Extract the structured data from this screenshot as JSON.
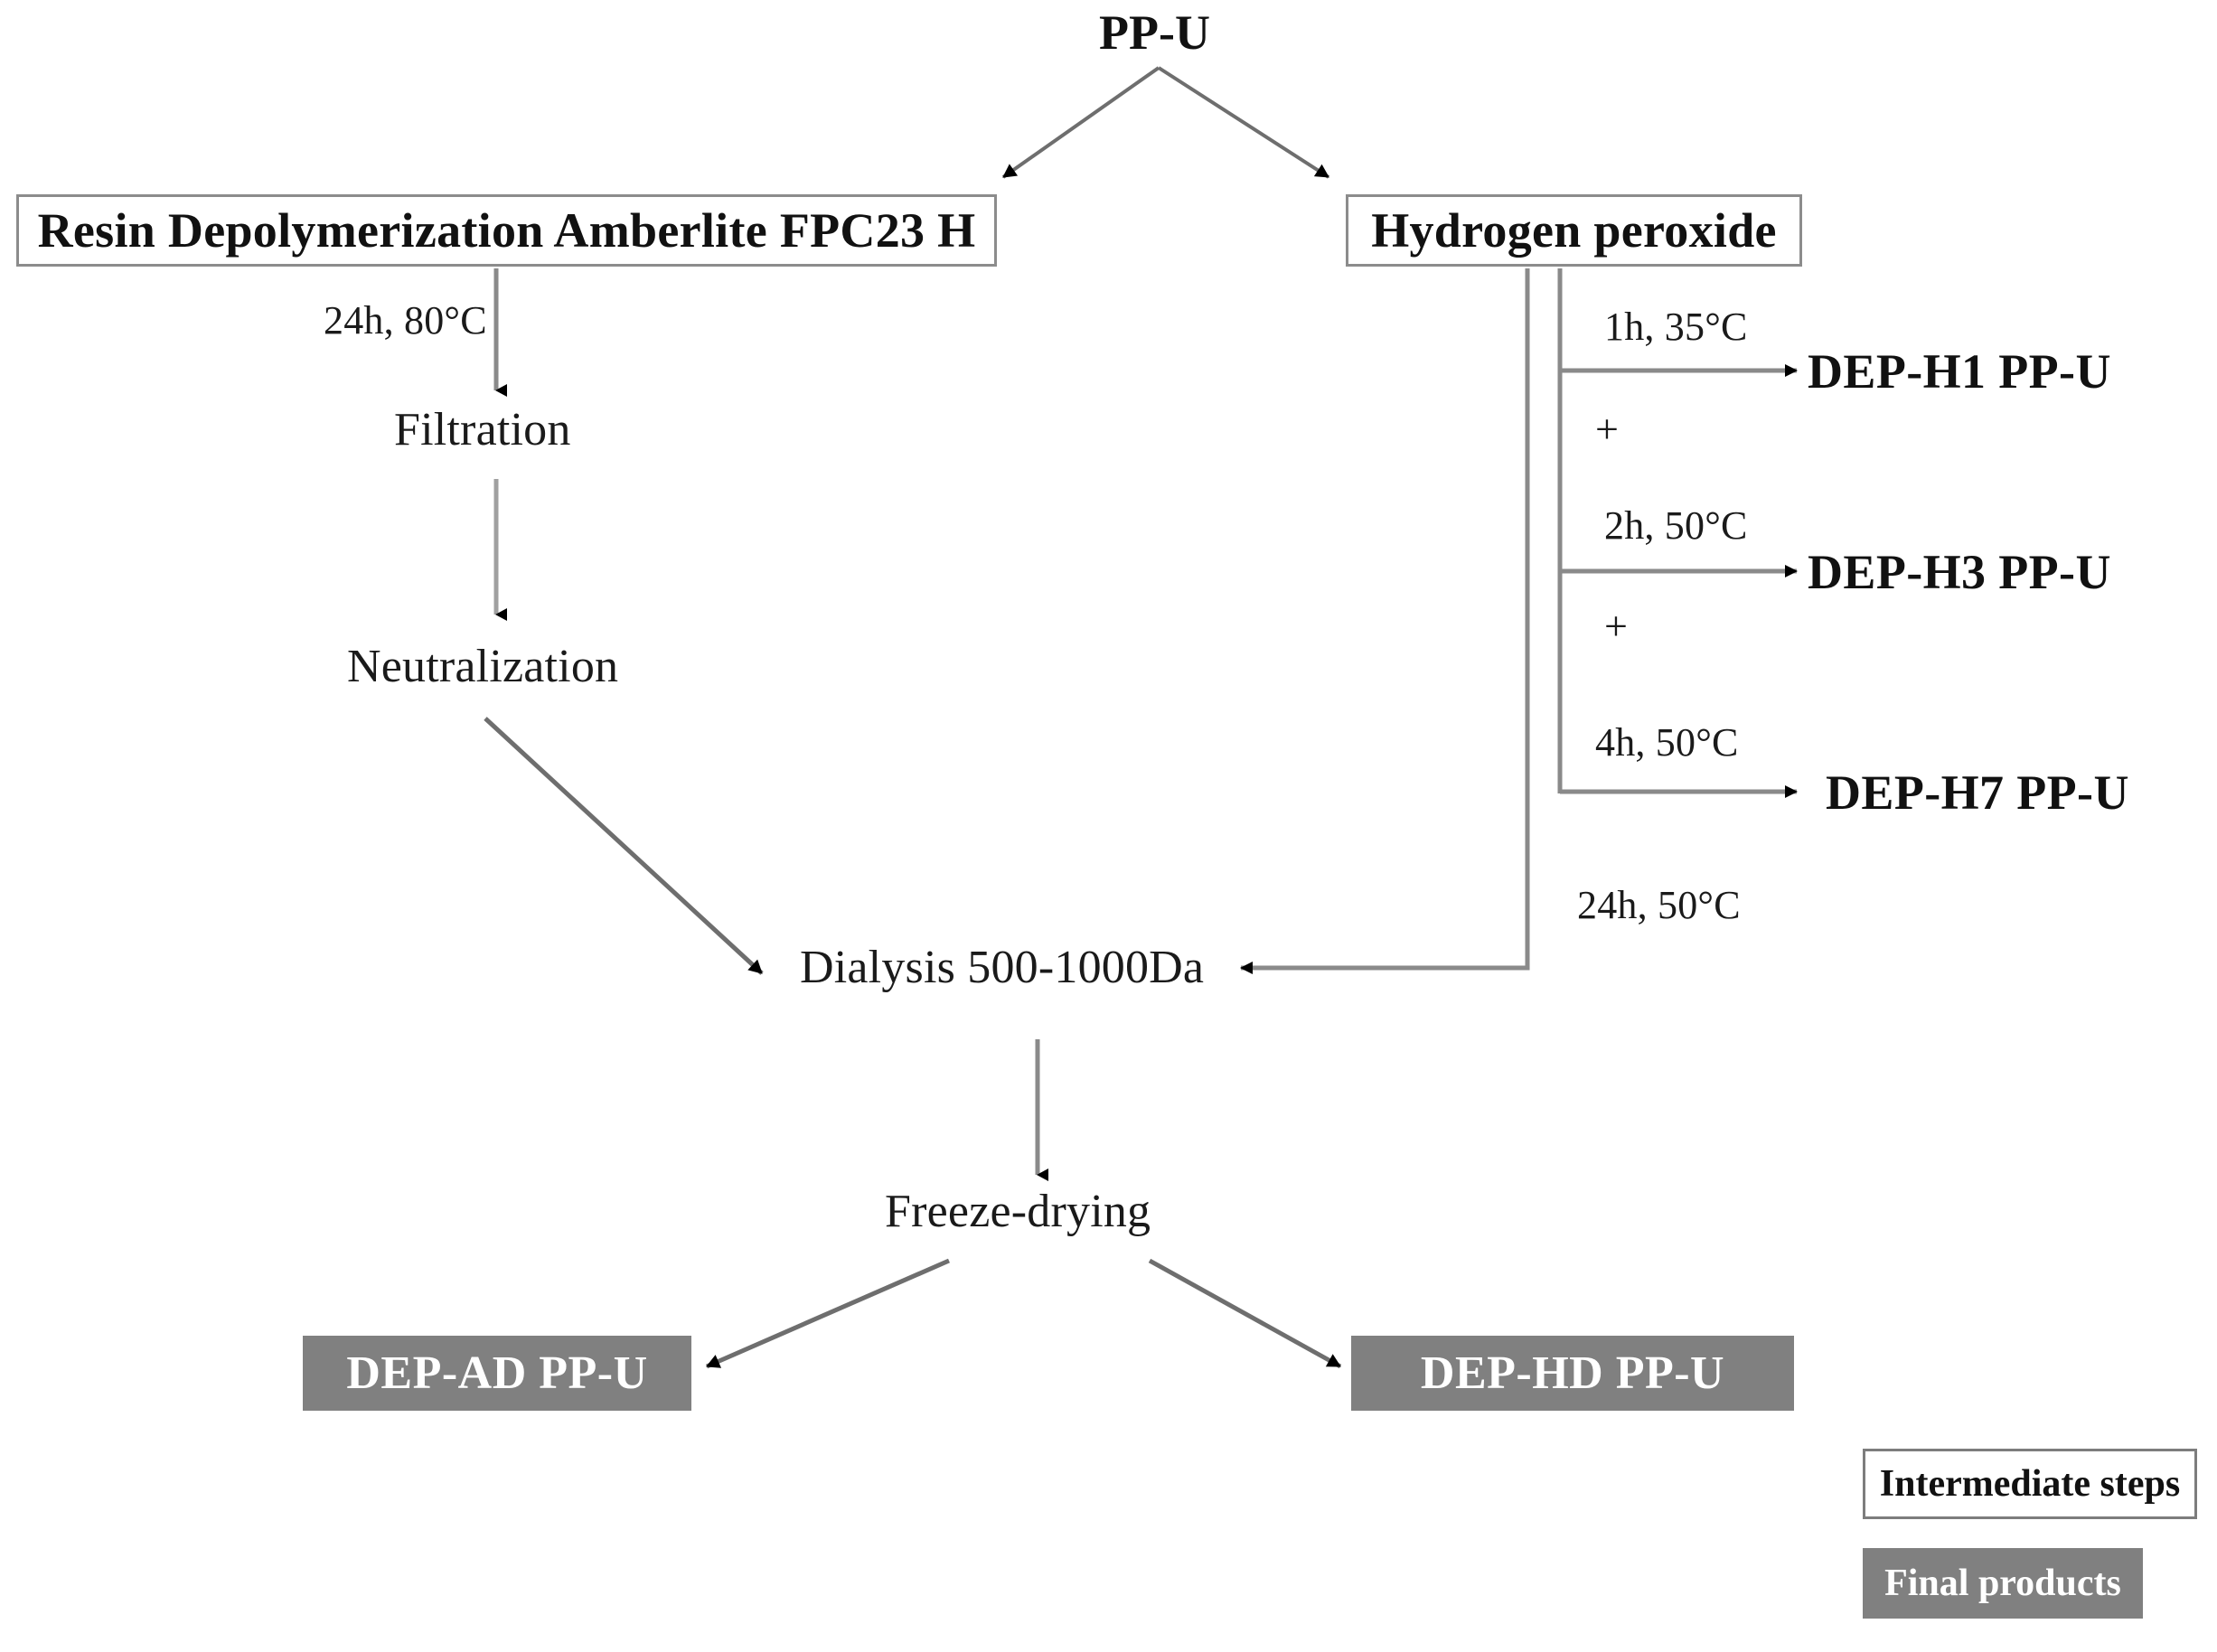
{
  "diagram": {
    "type": "flowchart",
    "title": "PP-U depolymerization process flowchart",
    "root": {
      "label": "PP-U"
    },
    "colors": {
      "box_border": "#8c8c8c",
      "final_fill": "#808080",
      "final_text": "#ffffff",
      "line": "#6e6e6e",
      "arrowhead": "#000000",
      "text": "#111111",
      "background": "#ffffff"
    },
    "boxed_nodes": [
      {
        "id": "resin",
        "label": "Resin Depolymerization Amberlite FPC23 H"
      },
      {
        "id": "peroxide",
        "label": "Hydrogen peroxide"
      }
    ],
    "plain_steps": [
      {
        "id": "filtration",
        "label": "Filtration"
      },
      {
        "id": "neutralization",
        "label": "Neutralization"
      },
      {
        "id": "dialysis",
        "label": "Dialysis 500-1000Da"
      },
      {
        "id": "freeze",
        "label": "Freeze-drying"
      }
    ],
    "edge_conditions": [
      {
        "id": "resin-to-filtration",
        "label": "24h, 80°C"
      },
      {
        "id": "peroxide-to-h1",
        "label": "1h, 35°C"
      },
      {
        "id": "peroxide-to-h3",
        "label": "2h, 50°C"
      },
      {
        "id": "peroxide-to-h7",
        "label": "4h, 50°C"
      },
      {
        "id": "peroxide-to-dialysis",
        "label": "24h, 50°C"
      }
    ],
    "plus_markers": [
      {
        "id": "plus-1",
        "label": "+"
      },
      {
        "id": "plus-2",
        "label": "+"
      }
    ],
    "intermediate_products": [
      {
        "id": "dep-h1",
        "label": "DEP-H1 PP-U"
      },
      {
        "id": "dep-h3",
        "label": "DEP-H3 PP-U"
      },
      {
        "id": "dep-h7",
        "label": "DEP-H7 PP-U"
      }
    ],
    "final_products": [
      {
        "id": "dep-ad",
        "label": "DEP-AD PP-U"
      },
      {
        "id": "dep-hd",
        "label": "DEP-HD PP-U"
      }
    ],
    "legend": {
      "intermediate": "Intermediate steps",
      "final": "Final products"
    }
  }
}
